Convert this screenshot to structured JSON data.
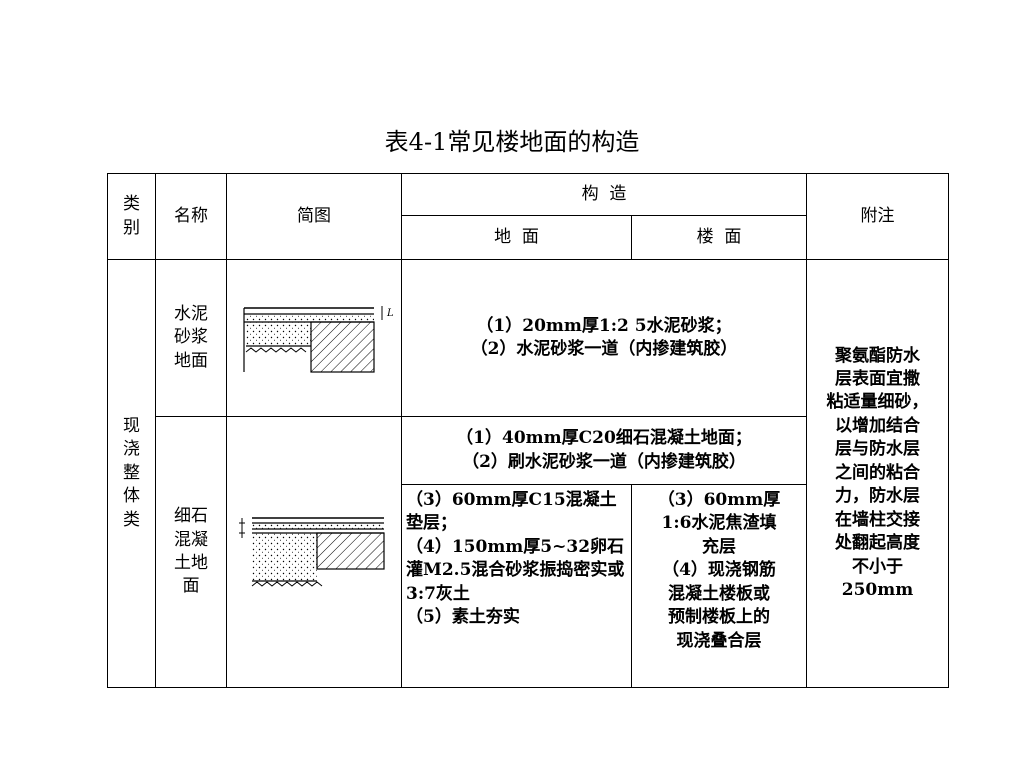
{
  "title": "表4-1常见楼地面的构造",
  "headers": {
    "category": "类\n别",
    "name": "名称",
    "diagram": "简图",
    "construction": "构  造",
    "ground": "地  面",
    "floor": "楼  面",
    "notes": "附注"
  },
  "category_value": "现\n浇\n整\n体\n类",
  "rows": [
    {
      "name": "水泥\n砂浆\n地面",
      "shared": "（1）20mm厚1:2   5水泥砂浆；\n（2）水泥砂浆一道（内掺建筑胶）"
    },
    {
      "name": "细石\n混凝\n土地\n面",
      "shared": "（1）40mm厚C20细石混凝土地面；\n（2）刷水泥砂浆一道（内掺建筑胶）",
      "ground": "（3）60mm厚C15混凝土垫层；\n（4）150mm厚5~32卵石灌M2.5混合砂浆振捣密实或3:7灰土\n（5）素土夯实",
      "floor": "（3）60mm厚\n1:6水泥焦渣填\n充层\n（4）现浇钢筋\n混凝土楼板或\n预制楼板上的\n现浇叠合层"
    }
  ],
  "notes_value": "聚氨酯防水\n层表面宜撒\n粘适量细砂，\n以增加结合\n层与防水层\n之间的粘合\n力，防水层\n在墙柱交接\n处翻起高度\n不小于\n250mm",
  "diagram1_label": "L"
}
